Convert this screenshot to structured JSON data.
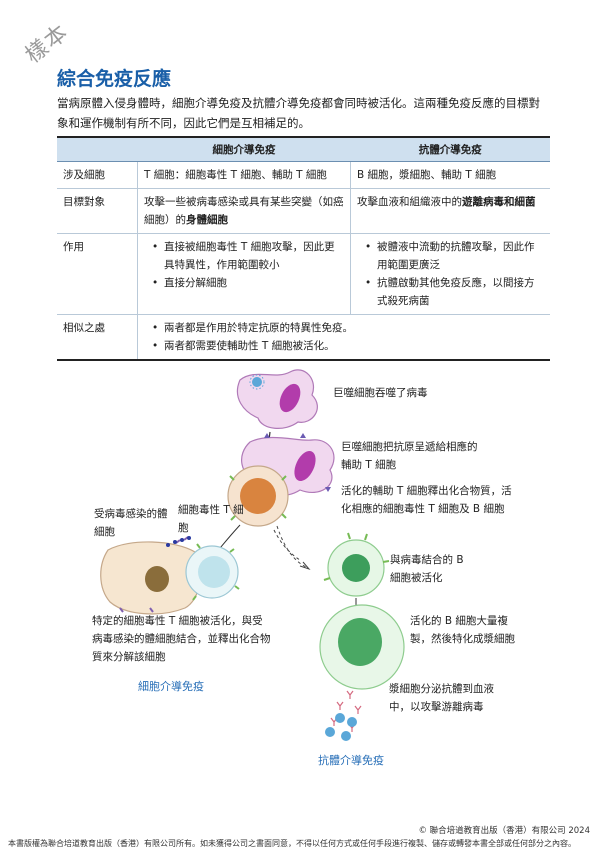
{
  "stamp": "樣本",
  "title": "綜合免疫反應",
  "intro": "當病原體入侵身體時，細胞介導免疫及抗體介導免疫都會同時被活化。這兩種免疫反應的目標對象和運作機制有所不同，因此它們是互相補足的。",
  "table": {
    "headers": [
      "",
      "細胞介導免疫",
      "抗體介導免疫"
    ],
    "rows": [
      {
        "label": "涉及細胞",
        "cell": "T 細胞：細胞毒性 T 細胞、輔助 T 細胞",
        "antibody": "B 細胞，漿細胞、輔助 T 細胞"
      },
      {
        "label": "目標對象",
        "cell_a": "攻擊一些被病毒感染或具有某些突變（如癌細胞）的",
        "cell_b": "身體細胞",
        "antibody_a": "攻擊血液和組織液中的",
        "antibody_b": "遊離病毒和細菌"
      },
      {
        "label": "作用",
        "cell_items": [
          "直接被細胞毒性 T 細胞攻擊，因此更具特異性，作用範圍較小",
          "直接分解細胞"
        ],
        "antibody_items": [
          "被體液中流動的抗體攻擊，因此作用範圍更廣泛",
          "抗體啟動其他免疫反應，以間接方式殺死病菌"
        ]
      },
      {
        "label": "相似之處",
        "items": [
          "兩者都是作用於特定抗原的特異性免疫。",
          "兩者都需要使輔助性 T 細胞被活化。"
        ]
      }
    ]
  },
  "diagram": {
    "l1": "巨噬細胞吞噬了病毒",
    "l2": "巨噬細胞把抗原呈遞給相應的輔助 T 細胞",
    "l3": "活化的輔助 T 細胞釋出化合物質，活化相應的細胞毒性 T 細胞及 B 細胞",
    "l4": "細胞毒性 T 細胞",
    "l5": "受病毒感染的體細胞",
    "l6": "與病毒結合的 B 細胞被活化",
    "l7": "特定的細胞毒性 T 細胞被活化，與受病毒感染的體細胞結合，並釋出化合物質來分解該細胞",
    "l8": "活化的 B 細胞大量複製，然後特化成漿細胞",
    "l9": "漿細胞分泌抗體到血液中，以攻擊游離病毒",
    "cap_cell": "細胞介導免疫",
    "cap_ab": "抗體介導免疫"
  },
  "footer": {
    "copyright": "© 聯合培道教育出版（香港）有限公司 2024",
    "rights": "本書版權為聯合培道教育出版（香港）有限公司所有。如未獲得公司之書面同意，不得以任何方式或任何手段進行複製、儲存或轉發本書全部或任何部分之內容。"
  }
}
